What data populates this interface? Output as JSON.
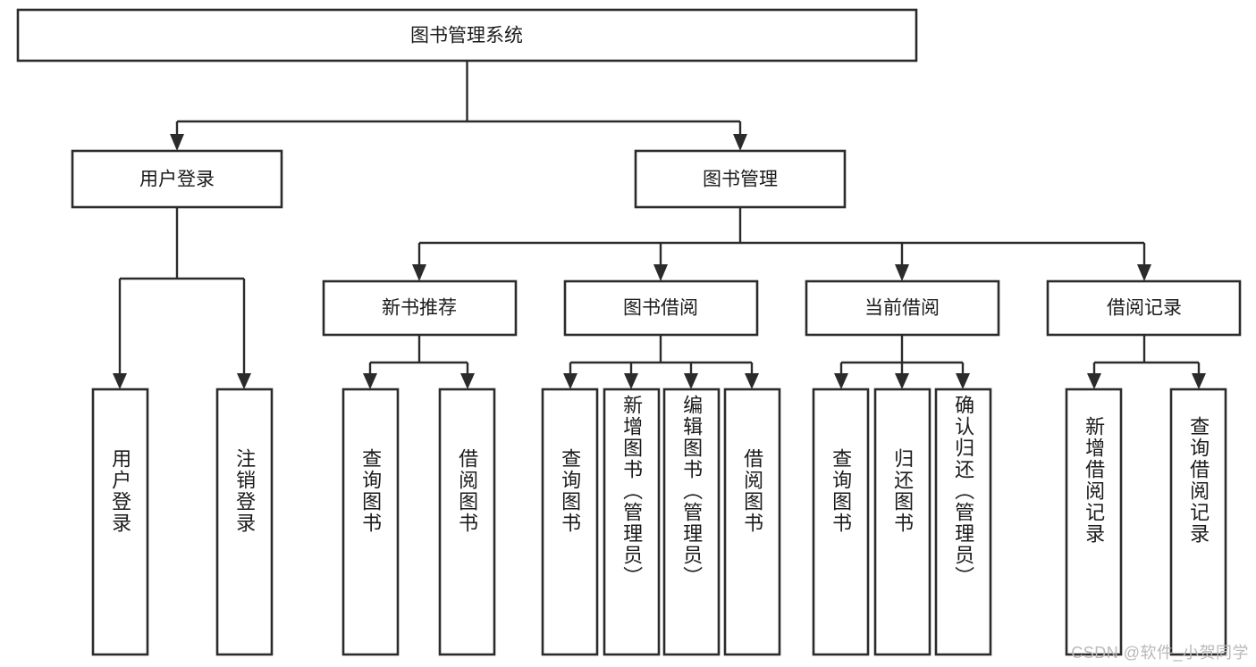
{
  "diagram": {
    "title": "图书管理系统",
    "type": "tree-hierarchy-chart",
    "root": {
      "label": "图书管理系统"
    },
    "level2": [
      {
        "label": "用户登录"
      },
      {
        "label": "图书管理"
      }
    ],
    "level3": [
      {
        "label": "新书推荐"
      },
      {
        "label": "图书借阅"
      },
      {
        "label": "当前借阅"
      },
      {
        "label": "借阅记录"
      }
    ],
    "leaves": {
      "user_login": [
        {
          "label": "用户登录"
        },
        {
          "label": "注销登录"
        }
      ],
      "new_book": [
        {
          "label": "查询图书"
        },
        {
          "label": "借阅图书"
        }
      ],
      "book_borrow": [
        {
          "label": "查询图书"
        },
        {
          "label": "新增图书（管理员）"
        },
        {
          "label": "编辑图书（管理员）"
        },
        {
          "label": "借阅图书"
        }
      ],
      "current_borrow": [
        {
          "label": "查询图书"
        },
        {
          "label": "归还图书"
        },
        {
          "label": "确认归还（管理员）"
        }
      ],
      "borrow_record": [
        {
          "label": "新增借阅记录"
        },
        {
          "label": "查询借阅记录"
        }
      ]
    }
  },
  "watermark": {
    "text": "CSDN @软件_小贺同学"
  },
  "colors": {
    "stroke": "#2b2b2b",
    "fill": "#ffffff",
    "text": "#1b1b1b",
    "watermark": "#b9b9b9"
  }
}
